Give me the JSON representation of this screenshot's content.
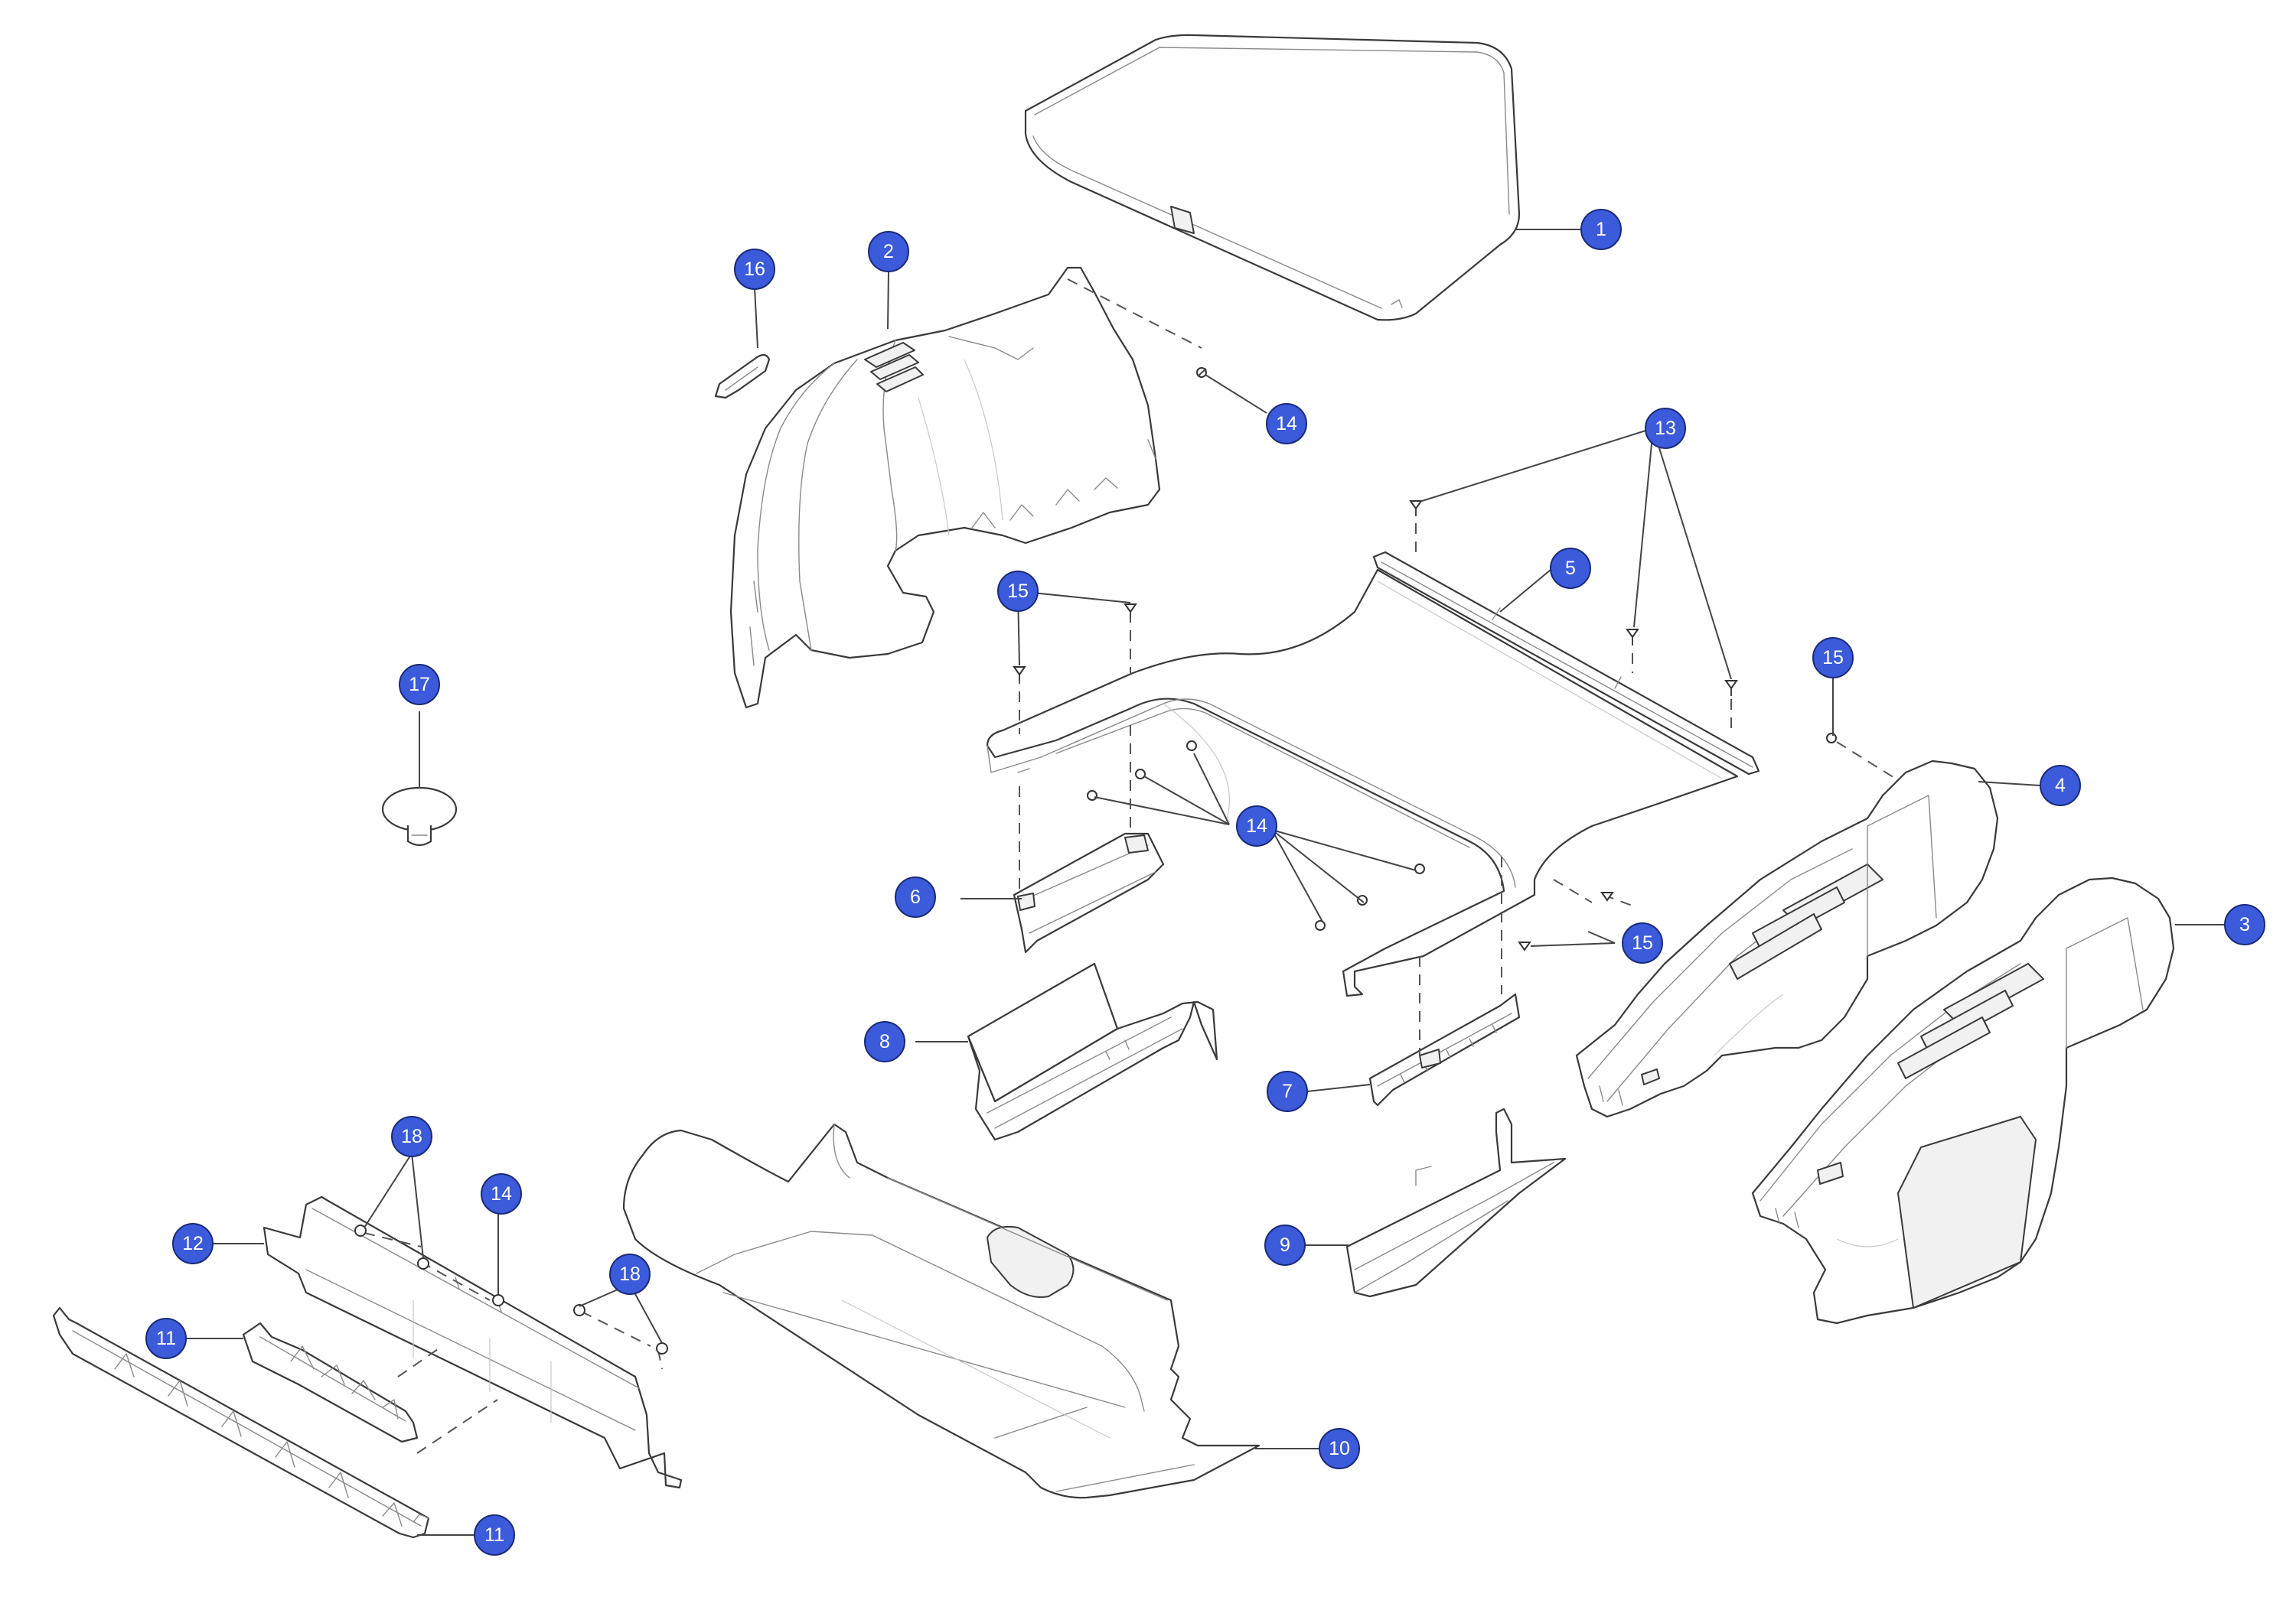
{
  "diagram": {
    "callout_color": "#3b5bdb",
    "callouts": [
      {
        "id": "c1",
        "label": "1"
      },
      {
        "id": "c2",
        "label": "2"
      },
      {
        "id": "c3",
        "label": "3"
      },
      {
        "id": "c4",
        "label": "4"
      },
      {
        "id": "c5",
        "label": "5"
      },
      {
        "id": "c6",
        "label": "6"
      },
      {
        "id": "c7",
        "label": "7"
      },
      {
        "id": "c8",
        "label": "8"
      },
      {
        "id": "c9",
        "label": "9"
      },
      {
        "id": "c10",
        "label": "10"
      },
      {
        "id": "c11a",
        "label": "11"
      },
      {
        "id": "c11b",
        "label": "11"
      },
      {
        "id": "c12",
        "label": "12"
      },
      {
        "id": "c13",
        "label": "13"
      },
      {
        "id": "c14a",
        "label": "14"
      },
      {
        "id": "c14b",
        "label": "14"
      },
      {
        "id": "c14c",
        "label": "14"
      },
      {
        "id": "c15a",
        "label": "15"
      },
      {
        "id": "c15b",
        "label": "15"
      },
      {
        "id": "c15c",
        "label": "15"
      },
      {
        "id": "c16",
        "label": "16"
      },
      {
        "id": "c17",
        "label": "17"
      },
      {
        "id": "c18a",
        "label": "18"
      },
      {
        "id": "c18b",
        "label": "18"
      }
    ]
  }
}
